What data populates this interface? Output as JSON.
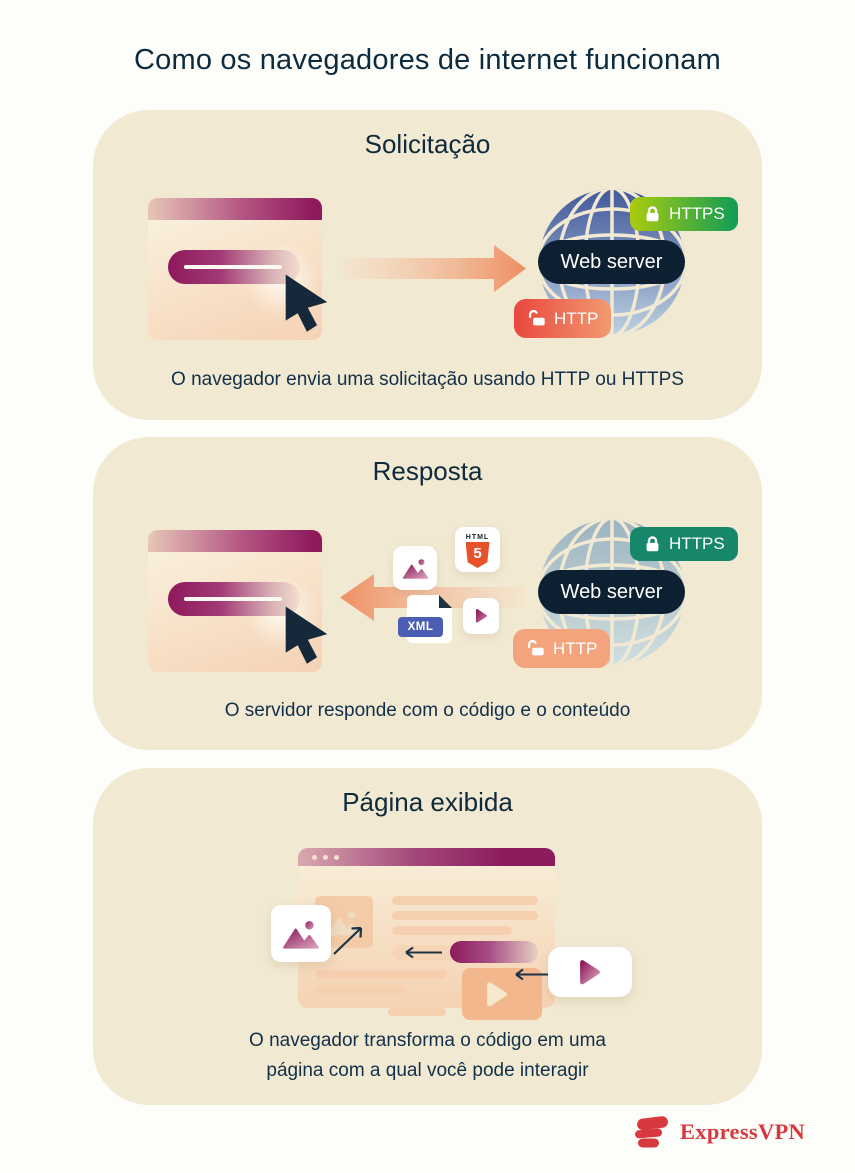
{
  "page": {
    "title": "Como os navegadores de internet funcionam"
  },
  "sections": [
    {
      "title": "Solicitação",
      "caption": "O navegador envia uma solicitação usando HTTP ou HTTPS",
      "server_label": "Web server",
      "https_label": "HTTPS",
      "http_label": "HTTP"
    },
    {
      "title": "Resposta",
      "caption": "O servidor responde com o código e o conteúdo",
      "server_label": "Web server",
      "https_label": "HTTPS",
      "http_label": "HTTP",
      "files": {
        "html": "HTML",
        "html_number": "5",
        "xml": "XML"
      }
    },
    {
      "title": "Página exibida",
      "caption_lines": [
        "O navegador transforma o código em uma",
        "página com a qual você pode interagir"
      ]
    }
  ],
  "footer": {
    "brand": "ExpressVPN"
  },
  "colors": {
    "page_background": "#FDFDFA",
    "card_background": "#F1E9D2",
    "heading_text": "#0D2B3E",
    "magenta": "#8E1A5C",
    "navy_pill": "#0D2031",
    "arrow_orange": "#EE8E62",
    "https_gradient_start": "#ABCB0E",
    "https_gradient_end": "#0F9C56",
    "https_teal": "#17876B",
    "http_red": "#E8483F",
    "http_salmon": "#F3A47D",
    "globe_blue": "#41589B",
    "globe_muted": "#9DB4C0",
    "html5_orange": "#E8522B",
    "xml_blue": "#4C5EB4",
    "brand_red": "#D8393E"
  }
}
